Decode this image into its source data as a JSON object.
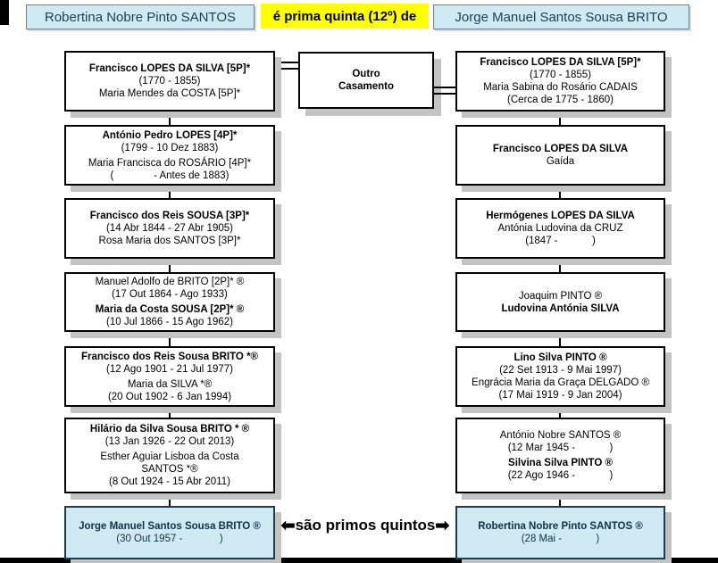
{
  "header": {
    "person_left": "Robertina Nobre Pinto SANTOS",
    "relation": "é prima quinta (12º) de",
    "person_right": "Jorge Manuel Santos Sousa BRITO"
  },
  "marriage_note": {
    "line1": "Outro",
    "line2": "Casamento"
  },
  "footer": {
    "left_arrow": "⬅",
    "label": "são primos quintos",
    "right_arrow": "➡"
  },
  "colors": {
    "highlight_yellow": "#ffff00",
    "person_blue": "#cfeaf2",
    "shadow_gray": "#c3c3c3",
    "header_text": "#1b3f57"
  },
  "left_column": [
    {
      "lines": [
        "Francisco LOPES DA SILVA [5P]*",
        "(1770 - 1855)",
        "Maria Mendes da COSTA [5P]*"
      ]
    },
    {
      "lines": [
        "António Pedro LOPES [4P]*",
        "(1799 - 10 Dez 1883)",
        "Maria Francisca do ROSÁRIO [4P]*",
        "(              - Antes de 1883)"
      ]
    },
    {
      "lines": [
        "Francisco dos Reis SOUSA [3P]*",
        "(14 Abr 1844 - 27 Abr 1905)",
        "Rosa Maria dos SANTOS [3P]*"
      ]
    },
    {
      "lines": [
        "Manuel Adolfo de BRITO [2P]* ®",
        "(17 Out 1864 - Ago 1933)",
        "Maria da Costa SOUSA [2P]* ®",
        "(10 Jul 1866 - 15 Ago 1962)"
      ]
    },
    {
      "lines": [
        "Francisco dos Reis Sousa BRITO *®",
        "(12 Ago 1901 - 21 Jul 1977)",
        "Maria da SILVA *®",
        "(20 Out 1902 - 6 Jan 1994)"
      ]
    },
    {
      "lines": [
        "Hilário da Silva Sousa BRITO * ®",
        "(13 Jan 1926 - 22 Out 2013)",
        "Esther Aguiar Lisboa da Costa",
        "SANTOS *®",
        "(8 Out 1924 - 15 Abr 2011)"
      ]
    },
    {
      "lines": [
        "Jorge Manuel Santos Sousa BRITO ®",
        "(30 Out 1957 -             )"
      ]
    }
  ],
  "right_column": [
    {
      "lines": [
        "Francisco LOPES DA SILVA [5P]*",
        "(1770 - 1855)",
        "Maria Sabina do Rosário CADAIS",
        "(Cerca de 1775 - 1860)"
      ]
    },
    {
      "lines": [
        "Francisco LOPES DA SILVA",
        "Gaída"
      ]
    },
    {
      "lines": [
        "Hermógenes LOPES DA SILVA",
        "Antónia Ludovina da CRUZ",
        "(1847 -            )"
      ]
    },
    {
      "lines": [
        "Joaquim PINTO ®",
        "Ludovina Antónia SILVA"
      ]
    },
    {
      "lines": [
        "Lino Silva PINTO ®",
        "(22 Set 1913 - 9 Mai 1997)",
        "Engrácia Maria da Graça DELGADO ®",
        "(17 Mai 1919 - 9 Jan 2004)"
      ]
    },
    {
      "lines": [
        "António Nobre SANTOS ®",
        "(12 Mar 1945 -            )",
        "Silvina Silva PINTO ®",
        "(22 Ago 1946 -            )"
      ]
    },
    {
      "lines": [
        "Robertina Nobre Pinto SANTOS ®",
        "(28 Mai -            )"
      ]
    }
  ]
}
